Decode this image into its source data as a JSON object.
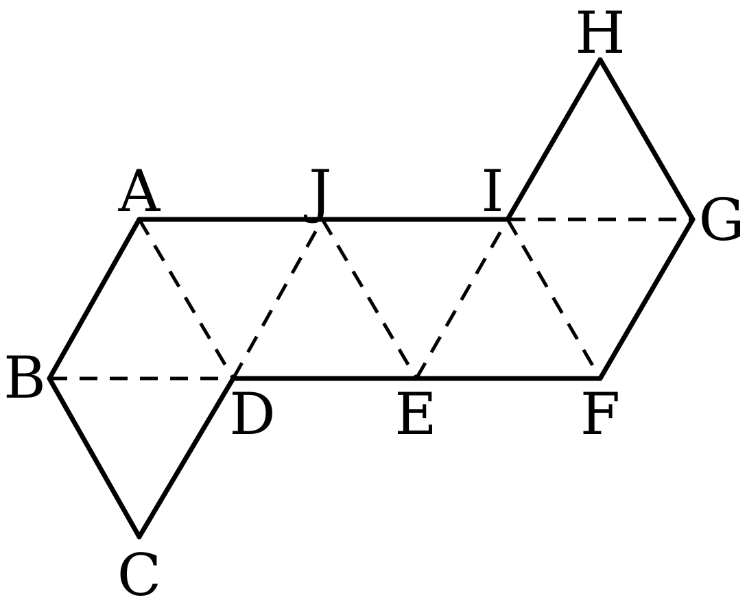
{
  "vertices": [
    {
      "id": "A",
      "label": "A"
    },
    {
      "id": "B",
      "label": "B"
    },
    {
      "id": "C",
      "label": "C"
    },
    {
      "id": "D",
      "label": "D"
    },
    {
      "id": "E",
      "label": "E"
    },
    {
      "id": "F",
      "label": "F"
    },
    {
      "id": "G",
      "label": "G"
    },
    {
      "id": "H",
      "label": "H"
    },
    {
      "id": "I",
      "label": "I"
    },
    {
      "id": "J",
      "label": "J"
    }
  ],
  "solid_edges": [
    [
      "A",
      "J"
    ],
    [
      "J",
      "I"
    ],
    [
      "I",
      "H"
    ],
    [
      "H",
      "G"
    ],
    [
      "G",
      "F"
    ],
    [
      "F",
      "E"
    ],
    [
      "E",
      "D"
    ],
    [
      "D",
      "C"
    ],
    [
      "C",
      "B"
    ],
    [
      "B",
      "A"
    ]
  ],
  "dashed_edges": [
    [
      "A",
      "D"
    ],
    [
      "D",
      "J"
    ],
    [
      "J",
      "E"
    ],
    [
      "E",
      "I"
    ],
    [
      "I",
      "F"
    ],
    [
      "B",
      "D"
    ],
    [
      "I",
      "G"
    ]
  ]
}
